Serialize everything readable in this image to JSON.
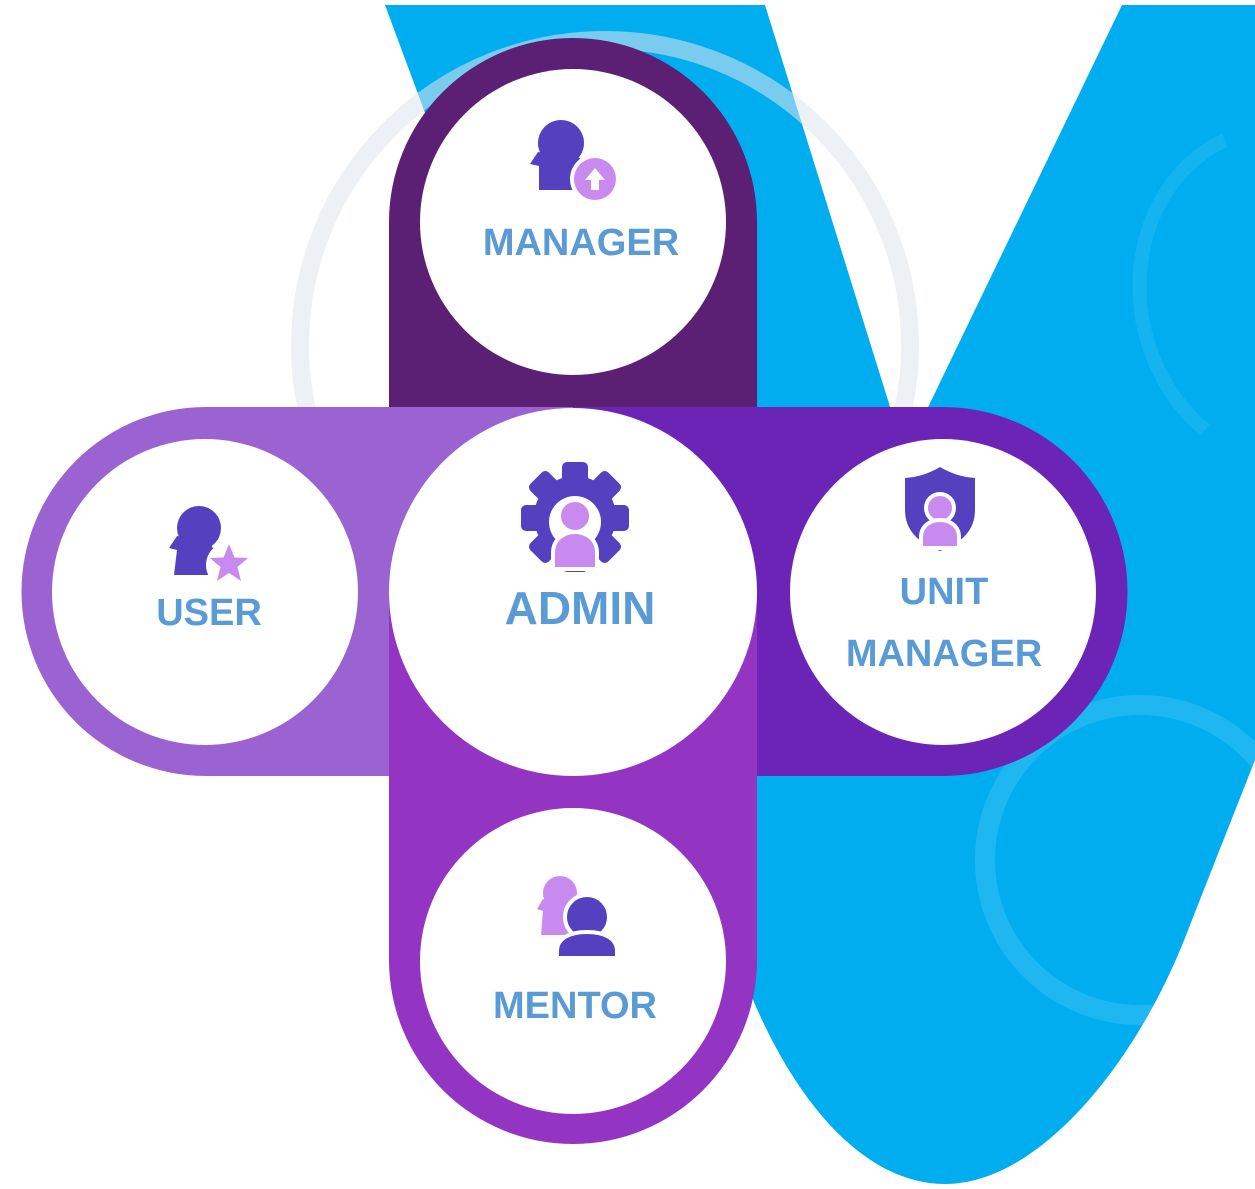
{
  "diagram": {
    "roles": {
      "manager": {
        "label": "MANAGER",
        "icon": "user-upload-icon"
      },
      "user": {
        "label": "USER",
        "icon": "user-star-icon"
      },
      "admin": {
        "label": "ADMIN",
        "icon": "gear-user-icon"
      },
      "unit_manager": {
        "label_line1": "UNIT",
        "label_line2": "MANAGER",
        "icon": "shield-user-icon"
      },
      "mentor": {
        "label": "MENTOR",
        "icon": "users-icon"
      }
    }
  },
  "colors": {
    "background": "#ffffff",
    "brand_shape": "#00aeef",
    "manager_ring": "#5b1f73",
    "user_ring": "#9b63d2",
    "unit_manager_ring": "#6b24b6",
    "mentor_ring": "#9434c2",
    "label_text": "#5b9bd5",
    "icon_dark": "#5540bf",
    "icon_light": "#c98af0"
  }
}
